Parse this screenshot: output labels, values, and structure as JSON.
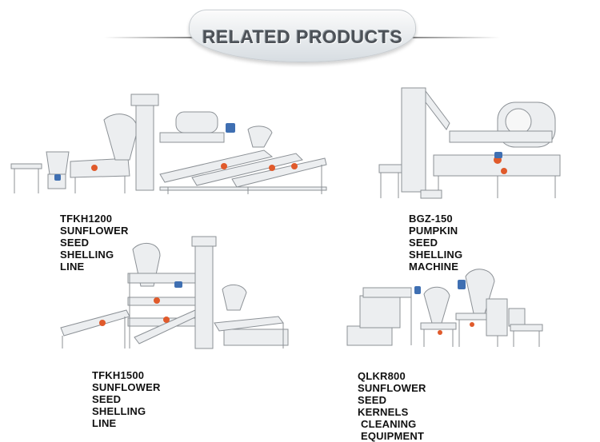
{
  "banner": {
    "title": "RELATED PRODUCTS"
  },
  "products": [
    {
      "line1": "TFKH1200 SUNFLOWER SEED SHELLING LINE",
      "line2": ""
    },
    {
      "line1": "BGZ-150 PUMPKIN SEED",
      "line2": "SHELLING MACHINE"
    },
    {
      "line1": "TFKH1500 SUNFLOWER",
      "line2": "SEED SHELLING LINE"
    },
    {
      "line1": "QLKR800 SUNFLOWER SEED KERNELS",
      "line2": "CLEANING EQUIPMENT"
    }
  ],
  "icons": [
    "shelling-line-image",
    "pumpkin-shelling-machine-image",
    "shelling-line-1500-image",
    "kernel-cleaning-equipment-image"
  ],
  "colors": {
    "frame": "#e9ebed",
    "motor": "#3f6fb2",
    "accent": "#e05a2b",
    "text": "#111111",
    "banner_text": "#4d5258"
  }
}
